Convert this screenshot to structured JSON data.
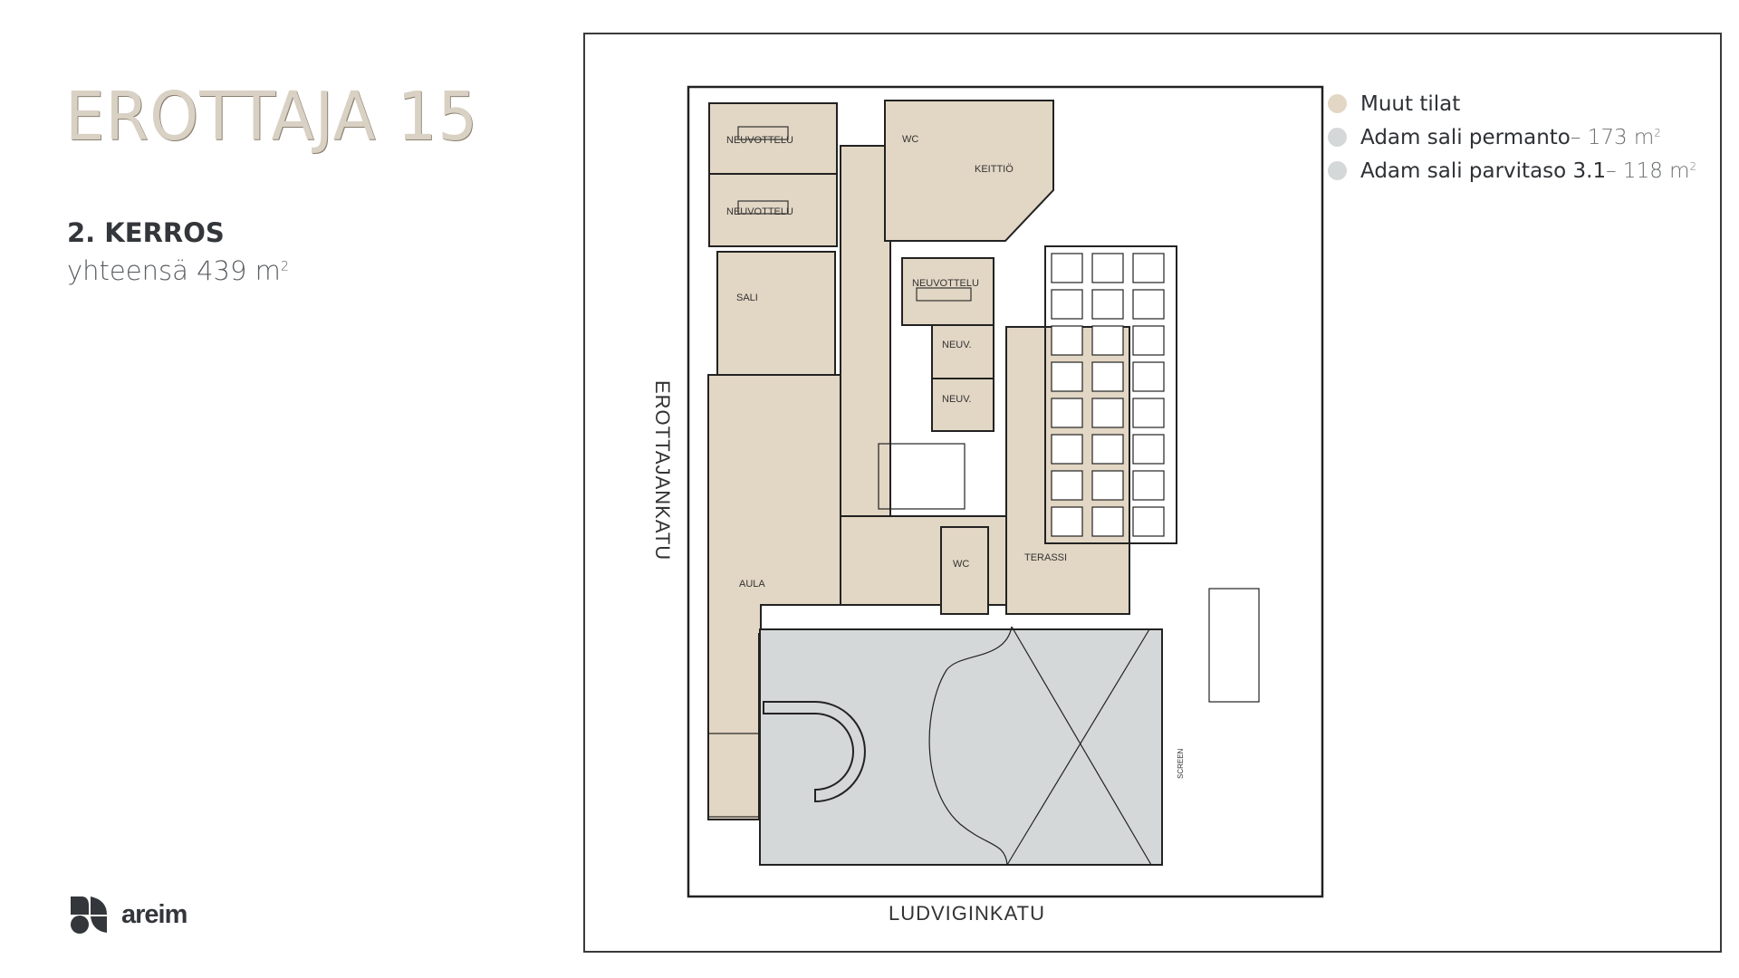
{
  "header": {
    "building_title": "EROTTAJA 15",
    "floor_label": "2. KERROS",
    "total_area_prefix": "yhteensä 439 m",
    "total_area_sup": "2"
  },
  "legend": {
    "items": [
      {
        "label": "Muut tilat",
        "area": "",
        "sup": "",
        "color": "#e2d6c4"
      },
      {
        "label": "Adam sali permanto",
        "area": " – 173 m",
        "sup": "2",
        "color": "#d5d8d8"
      },
      {
        "label": "Adam sali parvitaso 3.1",
        "area": " – 118 m",
        "sup": "2",
        "color": "#d5d8d8"
      }
    ]
  },
  "streets": {
    "west": "EROTTAJANKATU",
    "south": "LUDVIGINKATU"
  },
  "rooms": {
    "neuvottelu_1": "NEUVOTTELU",
    "neuvottelu_2": "NEUVOTTELU",
    "sali": "SALI",
    "neuvottelu_3": "NEUVOTTELU",
    "neuv_1": "NEUV.",
    "neuv_2": "NEUV.",
    "aula": "AULA",
    "terassi": "TERASSI",
    "wc_1": "WC",
    "keittio": "KEITTIÖ",
    "wc_2": "WC",
    "screen": "SCREEN"
  },
  "logo": {
    "text": "areim"
  },
  "colors": {
    "beige": "#e2d6c4",
    "grey": "#d5d8d8",
    "title": "#d9d1c4"
  }
}
